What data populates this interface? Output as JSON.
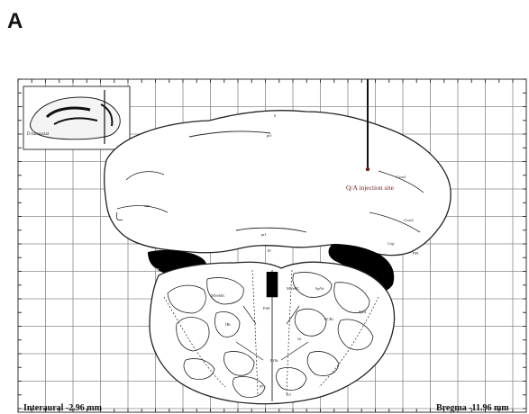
{
  "panel_label": "A",
  "figure": {
    "annotation": "Q/A injection site",
    "interaural": "Interaural -2.96 mm",
    "bregma": "Bregma -11.96 mm",
    "inset_label": "D Intraaxial",
    "colors": {
      "grid": "#8a8a8a",
      "outline": "#222222",
      "annotation": "#6b1f1f",
      "fill_dark": "#000000"
    },
    "region_labels": {
      "cb_top": "6",
      "cb_mid": "prf",
      "cb_lower": "prf",
      "cb_left": "sim",
      "cb_right1": "Crus1",
      "cb_right2": "Crus2",
      "cb_right3": "Cop",
      "cb_right4": "PFl",
      "cb_center_low": "10",
      "brainstem_left": "4Ven",
      "brainstem_right": "Sp5I",
      "bs_a": "MVePC",
      "bs_b": "SpVe",
      "bs_c": "MVeMC",
      "bs_d": "PrH",
      "bs_e": "Gi",
      "bs_f": "IRt",
      "bs_g": "PCRt",
      "bs_h": "ROb",
      "bs_i": "py",
      "bs_j": "IO"
    }
  }
}
